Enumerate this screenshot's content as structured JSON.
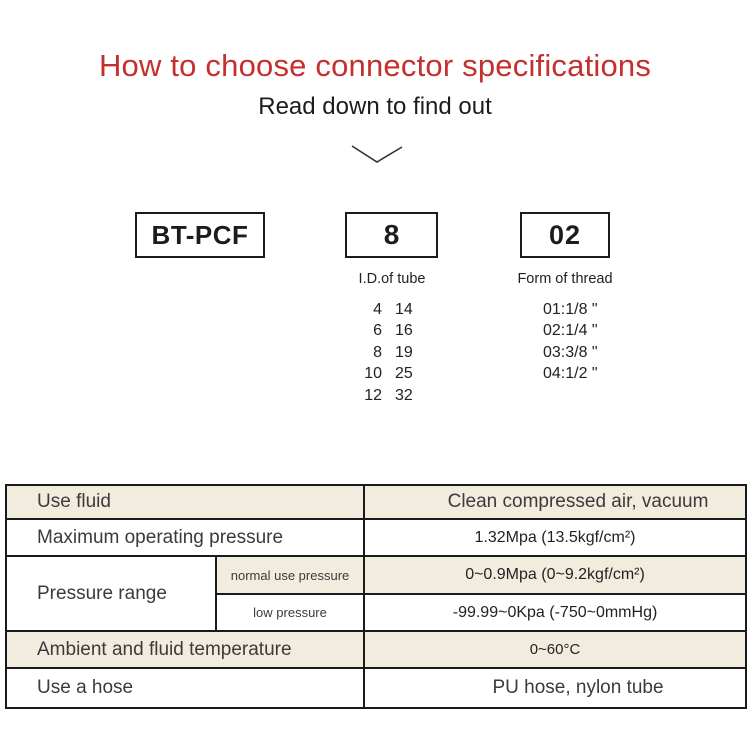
{
  "header": {
    "title": "How to choose connector specifications",
    "subtitle": "Read down to find out"
  },
  "model_code": {
    "series": "BT-PCF",
    "tube_code": "8",
    "thread_code": "02",
    "tube_heading": "I.D.of tube",
    "thread_heading": "Form of thread",
    "tube_sizes": [
      {
        "id": "4",
        "od": "14"
      },
      {
        "id": "6",
        "od": "16"
      },
      {
        "id": "8",
        "od": "19"
      },
      {
        "id": "10",
        "od": "25"
      },
      {
        "id": "12",
        "od": "32"
      }
    ],
    "thread_options": [
      "01:1/8 \"",
      "02:1/4 \"",
      "03:3/8 \"",
      "04:1/2 \""
    ]
  },
  "spec_table": {
    "rows": [
      {
        "label": "Use fluid",
        "value": "Clean compressed air, vacuum"
      },
      {
        "label": "Maximum operating pressure",
        "value": "1.32Mpa (13.5kgf/cm²)"
      },
      {
        "label": "Pressure range",
        "sub_rows": [
          {
            "label": "normal use pressure",
            "value": "0~0.9Mpa (0~9.2kgf/cm²)"
          },
          {
            "label": "low pressure",
            "value": "-99.99~0Kpa (-750~0mmHg)"
          }
        ]
      },
      {
        "label": "Ambient and fluid temperature",
        "value": "0~60°C"
      },
      {
        "label": "Use a hose",
        "value": "PU hose, nylon tube"
      }
    ]
  },
  "colors": {
    "title_red": "#c5302e",
    "table_accent_bg": "#f2ecdf",
    "table_border": "#1a1a1a"
  }
}
